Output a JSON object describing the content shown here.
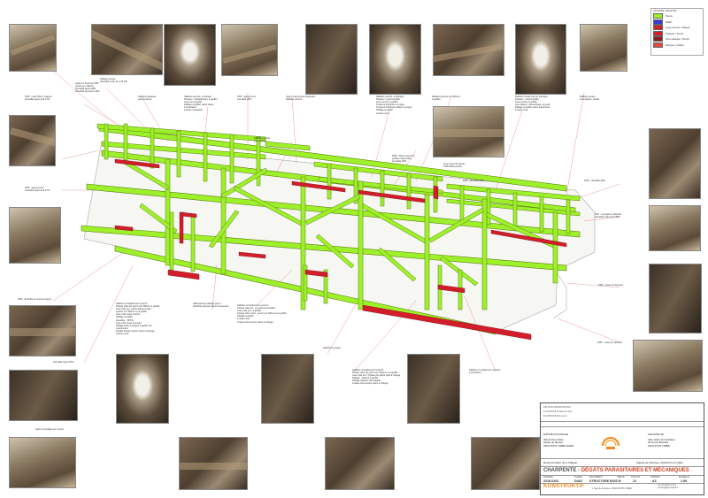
{
  "legend": {
    "title": "LÉGENDE / RELEVÉS",
    "items": [
      {
        "label": "Poutre",
        "color": "#9ef02a"
      },
      {
        "label": "Métal",
        "color": "#3a3ad8"
      },
      {
        "label": "Lisse pourrie / Attaque",
        "color": "#d21e2a"
      },
      {
        "label": "Fissures / Fente",
        "color": "#d21e2a"
      },
      {
        "label": "Zone attaqué / Poutre",
        "color": "#8a1d1d"
      },
      {
        "label": "Manque / Défaut",
        "color": "#e4483a"
      }
    ]
  },
  "notes": {
    "n1": "PI25 - Lade 60mm d'appui\nHumidité appui sud 17%",
    "n2": "Appui en traverse PI25\npoutre sur 100mm\nHumidité appui 28%\nHumidité de panne 24%",
    "n3": "Sablière poutre\nHumidité entre 21 à 23,5%",
    "n4": "Sablière attaquée\npar les larves",
    "n5": "Sablière pourrie, à changer\nPoteaux : partiellement, à greffer\nJoue est à greffer\nPallage à greffer partie haute\nà remplacer\nLinteau manquant",
    "n6": "PI25 : appui pourri\nHumidité 28%",
    "n7": "Appui maçonnerie manquant\nSablière pourrie",
    "n8": "Sablière pourrie, à changer\nPoteaux : pied à greffer\nJoue pourrie à greffer\nTraverse intérieure à purger\nTraverse intérieure sablier à purger\nPallage à greffer\nLinteau neuf",
    "n9": "Sablière pourrie sur 800mm\nà greffer",
    "n10": "Sablière trouée par les changes\nPoteaux : pied à greffer\nJoue pourrie à greffer\nJoue latéral : assemblage à purger\nPallage à greffer partie supérieure\nLinteau neuf",
    "n11": "Sablière poutre\nà remplacer, greffer",
    "n12": "Sablière pourrie\nà remplacer",
    "n13": "PI25 : 50mm pourri en\nparties maçonnées\nHumidité 26%",
    "n14": "Zone entre les panes\nPI25 RTEV poutre",
    "n15": "PI25 - Humidité 28%",
    "n16": "PI25 - Humidité 28%",
    "n17": "PI25 : appui pourri\nHumidité appui sud 27%",
    "n18": "PI25 - Entrellis au niveau d'appui",
    "n19": "Humidité appui 30%",
    "n20": "Appui comptage par mortier",
    "n21": "PI27 - à purger et déposer\nHumidité entre 24 à 28%",
    "n22": "PI25 - Lisse pur épiniere",
    "n23": "PI25 - Lisse pur épiniere",
    "n24": "Sablière complètement pourrie\nPoteau côté est pourri sur 300mm à greffer\nJoue côté est : partie basse à faire\npourrie sur 300mm et à greffer\nJoue côté ouest pourrie\nPallage à greffer\nHumidité : 38,5%\nJoue côté ouest à purger\nPallage base le longue à greffer sur\nmaçonnerie\nDouble linteau pourrie pièce à change\nLinteau neuf",
    "n25": "Affaissement plateau pourri\nParoisse pannes chevrons Hauteur",
    "n26": "Sablière complètement pourrie\nPoteau côté est : en pied de chevilles\nJoue côté est : à greffer\nPoteau côté ouest : pourri sur 400mm à à greffer\nPallage à greffer\nLinteau neuf\nLinteau bois ancien pièce à change",
    "n27": "Sablière à purger",
    "n28": "Sablière complètement pourrie\nPoteau côté est pourri sur 400mm à à greffer\nJoue côté est : Poteau est partie pied à change\nPallage : dépose à greffer\nPallage dépose côté façade\nLinteau bois ancien pièce à change",
    "n29": "Sablière complètement pourrie\nà remplacer"
  },
  "titleblock": {
    "meta_left": "MAÎTRE D'OUVRAGE",
    "client": "Ville de Pont-l'Abbé\nSquare de l'Europe\n29120 PONT-L'ABBÉ CEDEX",
    "architect_label": "ARCHITECTE",
    "architect": "ADC, Atelier de l'Ambitieux\n36 Avenue Bourdais\n29120 PONT-L'ABBÉ",
    "project": "Restructuration d'un château",
    "address": "Square de l'Europe, 29120 Pont-L'Abbé",
    "title_a": "CHARPENTE",
    "title_b": "DÉGÂTS PARASITAIRES ET MÉCANIQUES",
    "headers": [
      "AFFAIRE",
      "PHASE",
      "DOCUMENT",
      "INDICE",
      "N°PLAN",
      "FORMAT",
      "ECHELLE"
    ],
    "values": [
      "2018-0202",
      "DIAG",
      "STRUCTURE BOIS",
      "B",
      "12",
      "A3",
      "1:50"
    ],
    "brand": "KONSTRUKTIF",
    "brand_address": "1 Quai de Kerfetten, 29120 PONT-L'ABBÉ",
    "contact": "Tél. 02 98 82 15 24\ncontact@konstruktif.fr",
    "rev_rows": [
      "IND  DATE  MODIFICATIONS",
      "A  12/04/2018  Création du plan",
      "B  14/05/2018  Mise à jour"
    ]
  }
}
